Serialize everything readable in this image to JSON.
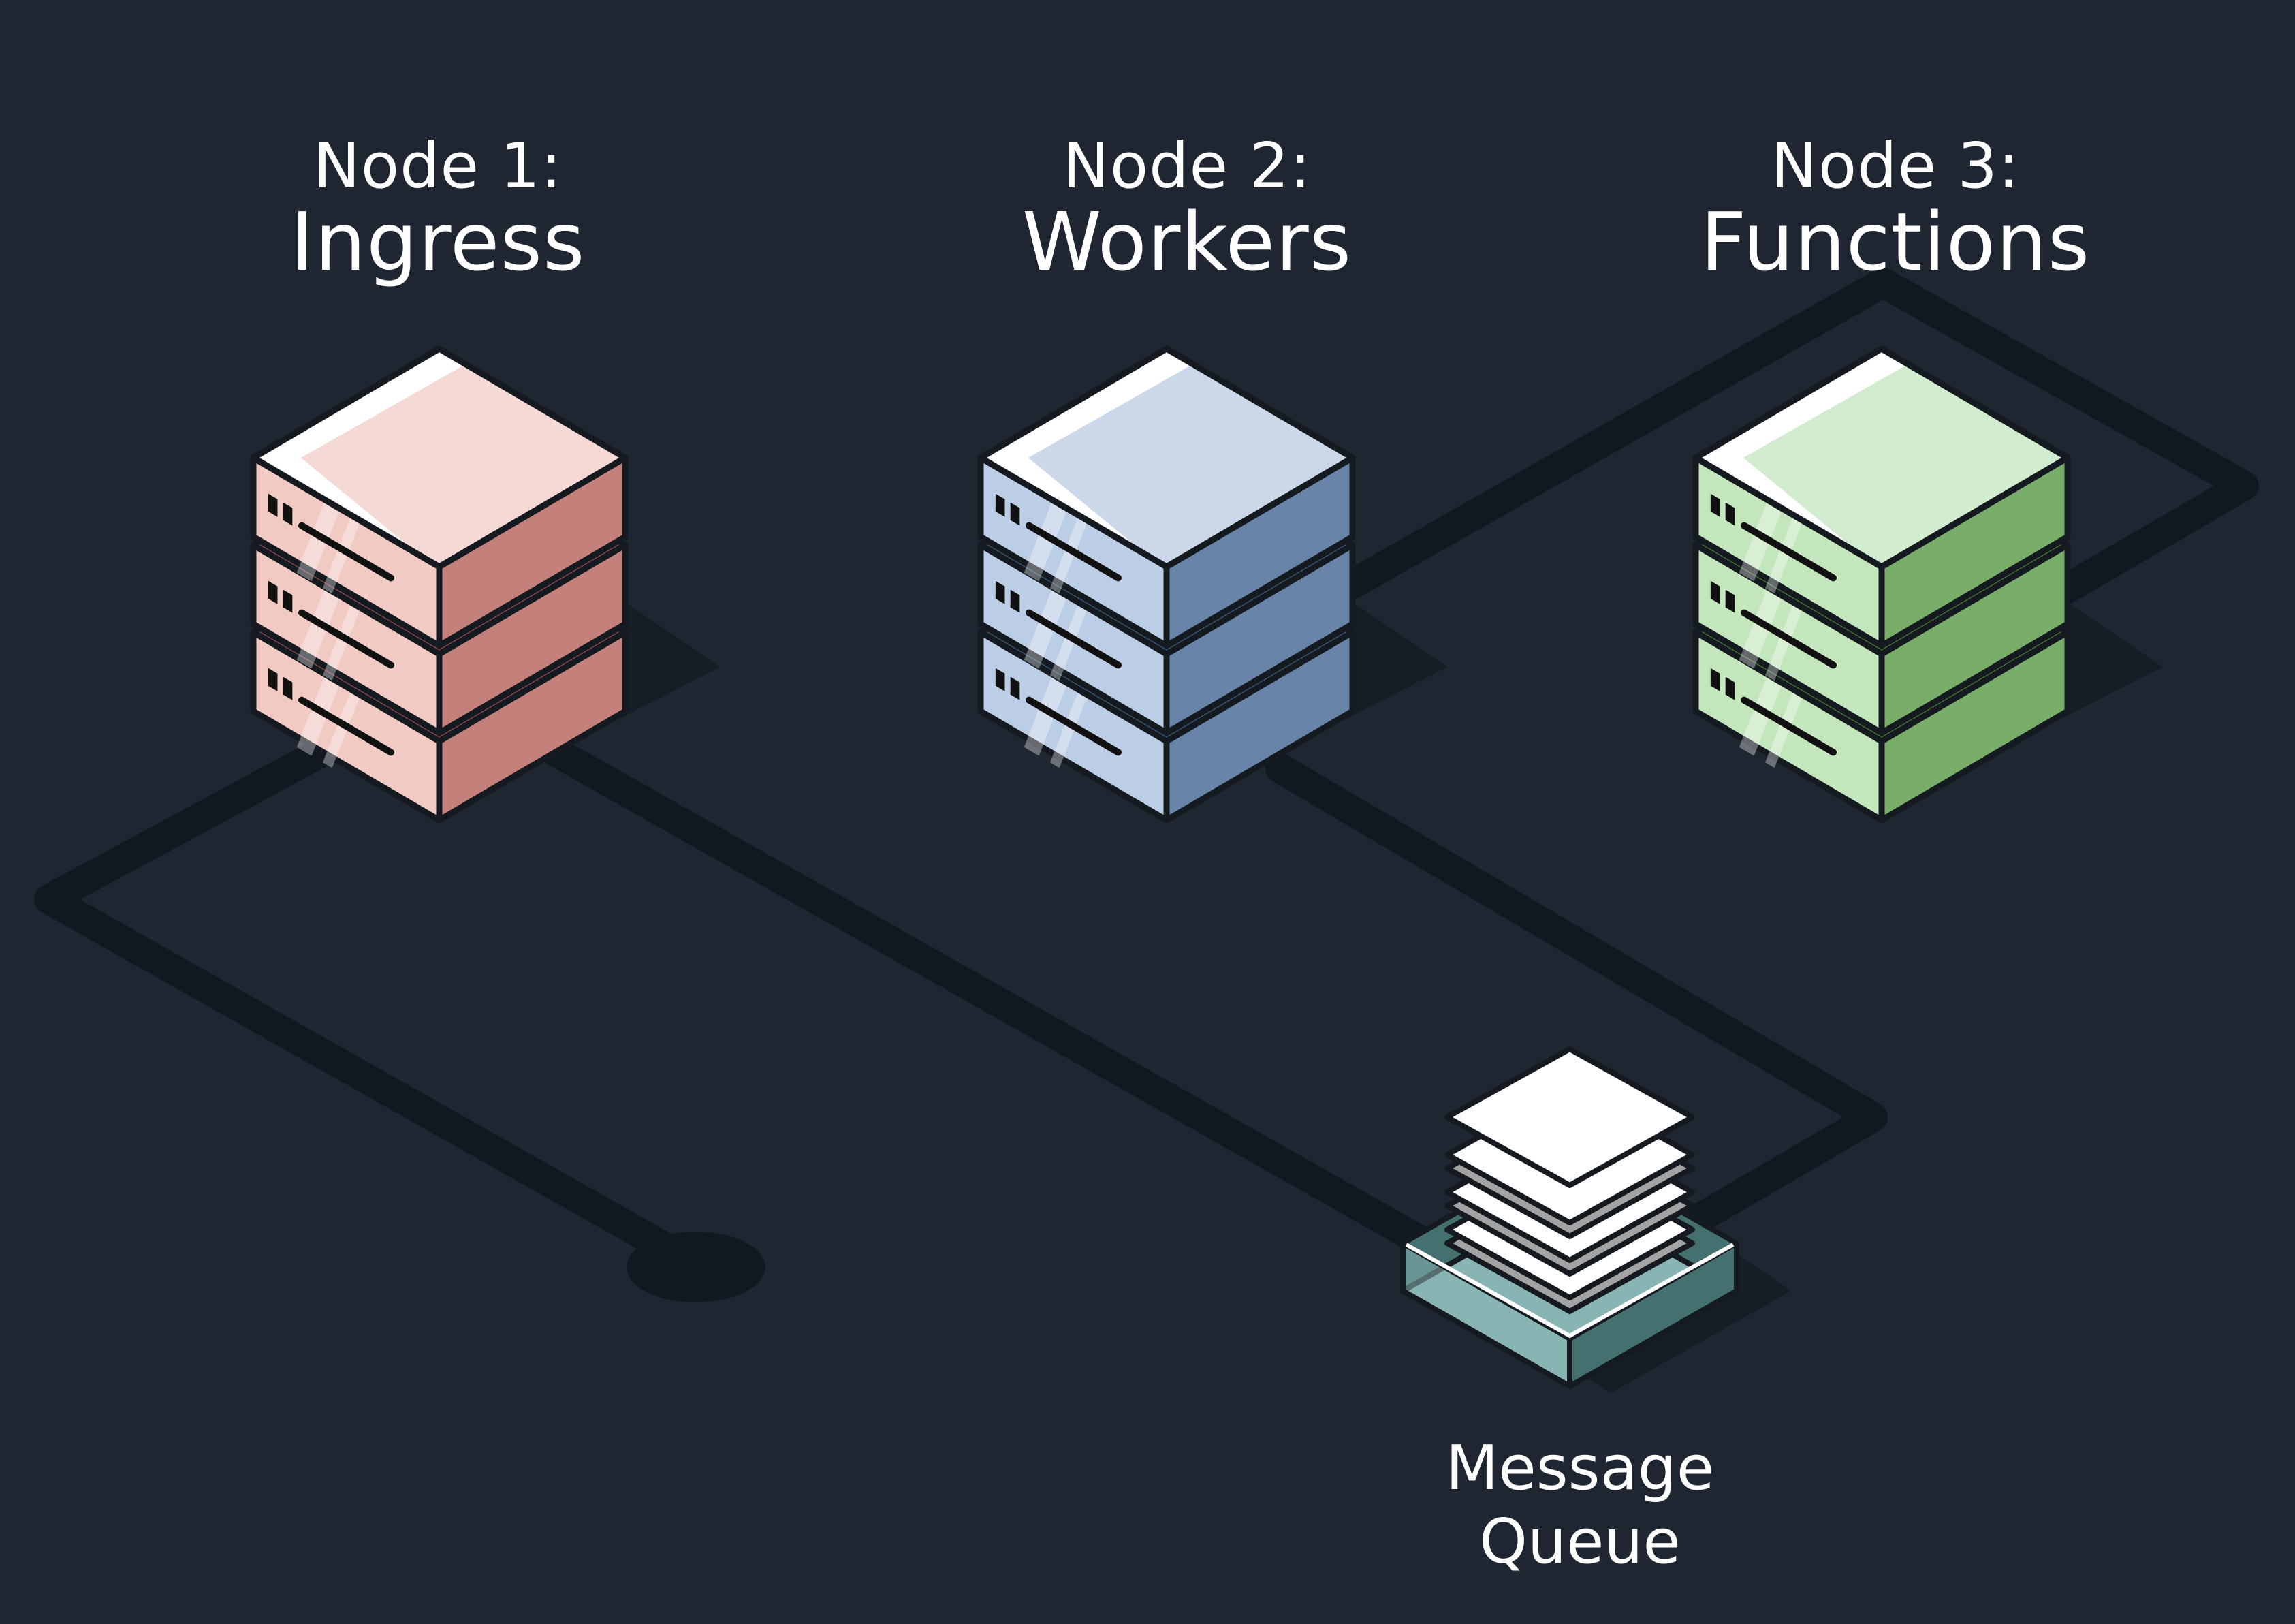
{
  "nodes": [
    {
      "id": "node1",
      "title": "Node 1:",
      "name": "Ingress",
      "colors": {
        "top": "#f5d9d4",
        "left": "#f2cac4",
        "right": "#c4807b",
        "gap": "#8a4747"
      }
    },
    {
      "id": "node2",
      "title": "Node 2:",
      "name": "Workers",
      "colors": {
        "top": "#cbd8ea",
        "left": "#bccde6",
        "right": "#6884a9",
        "gap": "#3a5778"
      }
    },
    {
      "id": "node3",
      "title": "Node 3:",
      "name": "Functions",
      "colors": {
        "top": "#d1ecce",
        "left": "#c3e6bd",
        "right": "#79ae6a",
        "gap": "#3f7336"
      }
    }
  ],
  "queue": {
    "label_line1": "Message",
    "label_line2": "Queue",
    "colors": {
      "tray": "#44706f",
      "tray_light": "#88b4b4",
      "sheet": "#ffffff",
      "sheet_shade": "#a3a3a3"
    }
  },
  "colors": {
    "background": "#1f2631",
    "wire": "#111821",
    "outline": "#151a20"
  }
}
